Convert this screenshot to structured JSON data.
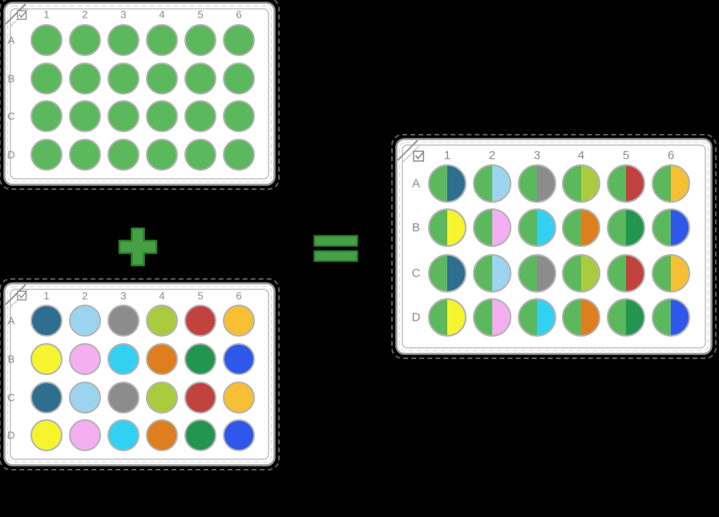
{
  "canvas": {
    "background": "#000000"
  },
  "styles": {
    "plate_fill": "#FFFFFF",
    "plate_border": "#9A9A9A",
    "inner_border": "#C2C2C2",
    "rim_dash": "#E0E0E0",
    "well_border": "#B3B3B3",
    "label_color": "#8A8A8A",
    "filler_green": "#5CB85C"
  },
  "plates": [
    {
      "id": "plate-source-filler",
      "corner_icon": "checkbox-icon",
      "columns": [
        "1",
        "2",
        "3",
        "4",
        "5",
        "6"
      ],
      "rows": [
        "A",
        "B",
        "C",
        "D"
      ],
      "wells": [
        [
          "#5CB85C",
          "#5CB85C",
          "#5CB85C",
          "#5CB85C",
          "#5CB85C",
          "#5CB85C"
        ],
        [
          "#5CB85C",
          "#5CB85C",
          "#5CB85C",
          "#5CB85C",
          "#5CB85C",
          "#5CB85C"
        ],
        [
          "#5CB85C",
          "#5CB85C",
          "#5CB85C",
          "#5CB85C",
          "#5CB85C",
          "#5CB85C"
        ],
        [
          "#5CB85C",
          "#5CB85C",
          "#5CB85C",
          "#5CB85C",
          "#5CB85C",
          "#5CB85C"
        ]
      ]
    },
    {
      "id": "plate-source-samples",
      "corner_icon": "checkbox-icon",
      "columns": [
        "1",
        "2",
        "3",
        "4",
        "5",
        "6"
      ],
      "rows": [
        "A",
        "B",
        "C",
        "D"
      ],
      "wells": [
        [
          "#2E6F8F",
          "#9CD4F0",
          "#8C8C8C",
          "#ABCB3F",
          "#C2423E",
          "#F7BF34"
        ],
        [
          "#F5F42D",
          "#F3AFEF",
          "#32D1F2",
          "#DE7E1E",
          "#229650",
          "#2F57EA"
        ],
        [
          "#2E6F8F",
          "#9CD4F0",
          "#8C8C8C",
          "#ABCB3F",
          "#C2423E",
          "#F7BF34"
        ],
        [
          "#F5F42D",
          "#F3AFEF",
          "#32D1F2",
          "#DE7E1E",
          "#229650",
          "#2F57EA"
        ]
      ]
    },
    {
      "id": "plate-result-combined",
      "corner_icon": "checkbox-icon",
      "columns": [
        "1",
        "2",
        "3",
        "4",
        "5",
        "6"
      ],
      "rows": [
        "A",
        "B",
        "C",
        "D"
      ],
      "wells": [
        [
          [
            "#5CB85C",
            "#2E6F8F"
          ],
          [
            "#5CB85C",
            "#9CD4F0"
          ],
          [
            "#5CB85C",
            "#8C8C8C"
          ],
          [
            "#5CB85C",
            "#ABCB3F"
          ],
          [
            "#5CB85C",
            "#C2423E"
          ],
          [
            "#5CB85C",
            "#F7BF34"
          ]
        ],
        [
          [
            "#5CB85C",
            "#F5F42D"
          ],
          [
            "#5CB85C",
            "#F3AFEF"
          ],
          [
            "#5CB85C",
            "#32D1F2"
          ],
          [
            "#5CB85C",
            "#DE7E1E"
          ],
          [
            "#5CB85C",
            "#229650"
          ],
          [
            "#5CB85C",
            "#2F57EA"
          ]
        ],
        [
          [
            "#5CB85C",
            "#2E6F8F"
          ],
          [
            "#5CB85C",
            "#9CD4F0"
          ],
          [
            "#5CB85C",
            "#8C8C8C"
          ],
          [
            "#5CB85C",
            "#ABCB3F"
          ],
          [
            "#5CB85C",
            "#C2423E"
          ],
          [
            "#5CB85C",
            "#F7BF34"
          ]
        ],
        [
          [
            "#5CB85C",
            "#F5F42D"
          ],
          [
            "#5CB85C",
            "#F3AFEF"
          ],
          [
            "#5CB85C",
            "#32D1F2"
          ],
          [
            "#5CB85C",
            "#DE7E1E"
          ],
          [
            "#5CB85C",
            "#229650"
          ],
          [
            "#5CB85C",
            "#2F57EA"
          ]
        ]
      ]
    }
  ],
  "operators": [
    {
      "id": "plus-operator",
      "symbol": "+",
      "fill": "#46A046",
      "stroke": "#2B7D2B"
    },
    {
      "id": "equals-operator",
      "symbol": "=",
      "fill": "#46A046",
      "stroke": "#2B7D2B"
    }
  ]
}
